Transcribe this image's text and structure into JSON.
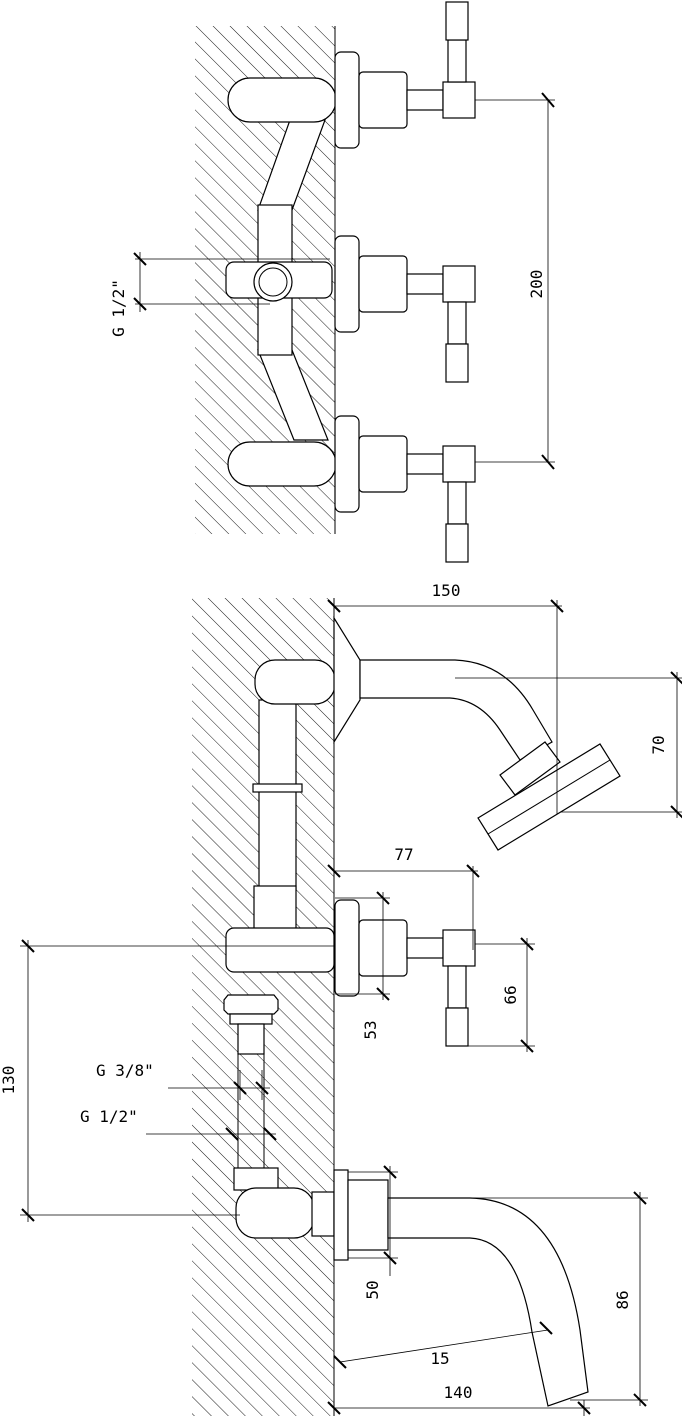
{
  "labels": {
    "top_g_half": "G 1/2\"",
    "top_200": "200",
    "shower_150": "150",
    "shower_70": "70",
    "valve_77": "77",
    "valve_66": "66",
    "valve_53": "53",
    "left_130": "130",
    "g_three_eighths": "G 3/8\"",
    "g_half_low": "G 1/2\"",
    "spout_50": "50",
    "spout_86": "86",
    "spout_15": "15",
    "spout_140": "140"
  },
  "colors": {
    "line": "#000000",
    "background": "#ffffff"
  }
}
